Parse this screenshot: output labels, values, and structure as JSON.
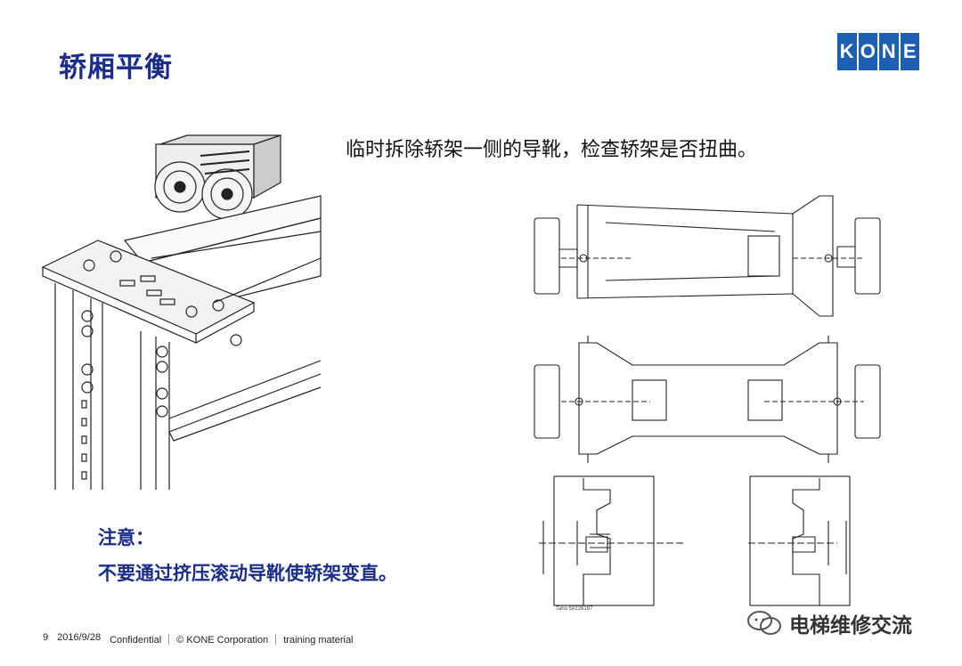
{
  "slide": {
    "title": "轿厢平衡",
    "logo_letters": [
      "K",
      "O",
      "N",
      "E"
    ],
    "description": "临时拆除轿架一侧的导靴，检查轿架是否扭曲。",
    "note": {
      "heading": "注意：",
      "body": "不要通过挤压滚动导靴使轿架变直。"
    },
    "drawing_caption": "Taho 50228187",
    "footer": {
      "page_number": "9",
      "date": "2016/9/28",
      "text": "Confidential ｜ © KONE Corporation ｜ training material"
    },
    "watermark": "电梯维修交流",
    "colors": {
      "title": "#1a2d8c",
      "logo": "#1d5fb3"
    }
  }
}
